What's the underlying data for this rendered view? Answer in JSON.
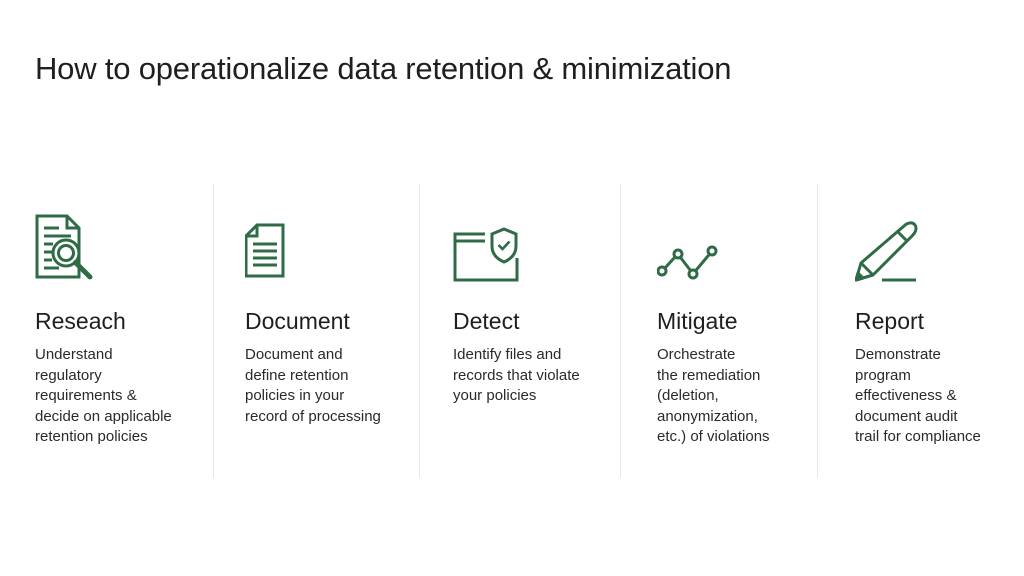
{
  "title": "How to operationalize data retention & minimization",
  "accent_color": "#2f6b45",
  "steps": [
    {
      "icon": "research-magnifier-icon",
      "title": "Reseach",
      "description": "Understand\nregulatory\nrequirements &\ndecide on applicable\nretention policies"
    },
    {
      "icon": "document-icon",
      "title": "Document",
      "description": "Document and\ndefine retention\npolicies in your\nrecord of processing"
    },
    {
      "icon": "shield-check-icon",
      "title": "Detect",
      "description": "Identify files and\nrecords that violate\nyour policies"
    },
    {
      "icon": "line-graph-icon",
      "title": "Mitigate",
      "description": "Orchestrate\nthe remediation\n(deletion,\nanonymization,\n etc.) of violations"
    },
    {
      "icon": "pencil-icon",
      "title": "Report",
      "description": "Demonstrate\nprogram\neffectiveness &\ndocument audit\ntrail for compliance"
    }
  ]
}
